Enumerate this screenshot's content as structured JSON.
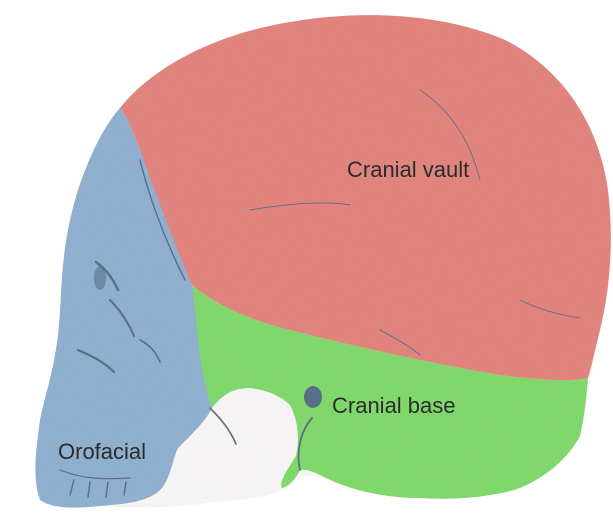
{
  "figure": {
    "regions": [
      {
        "key": "vault",
        "label": "Cranial vault",
        "color": "#e8847e"
      },
      {
        "key": "base",
        "label": "Cranial base",
        "color": "#7ee06a"
      },
      {
        "key": "face",
        "label": "Orofacial",
        "color": "#8fb4d6"
      }
    ],
    "bone_detail_color": "#5a6f86"
  }
}
